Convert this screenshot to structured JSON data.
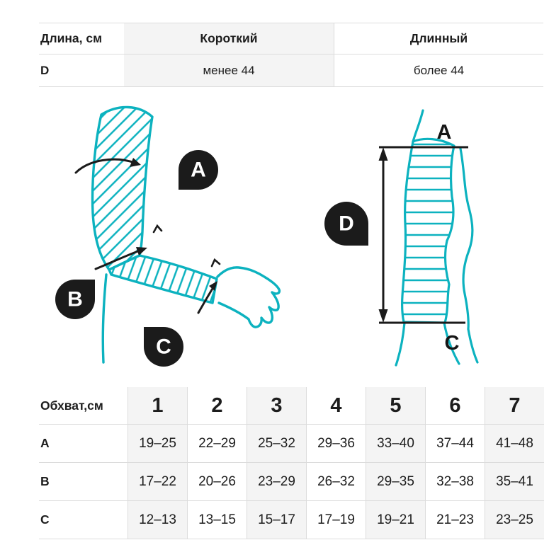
{
  "colors": {
    "teal": "#0cb2bf",
    "badge": "#1b1b1b",
    "grid_line": "#dcdcdc",
    "shaded_column": "#f4f4f4"
  },
  "length_table": {
    "col_label": "Длина, см",
    "short_label": "Короткий",
    "long_label": "Длинный",
    "row_label": "D",
    "short_value": "менее 44",
    "long_value": "более 44"
  },
  "figure": {
    "badge_a": "A",
    "badge_b": "B",
    "badge_c": "C",
    "badge_d": "D",
    "top_label": "A",
    "bottom_label": "C"
  },
  "girth_table": {
    "header_label": "Обхват,см",
    "sizes": [
      "1",
      "2",
      "3",
      "4",
      "5",
      "6",
      "7"
    ],
    "rows": [
      {
        "label": "A",
        "values": [
          "19–25",
          "22–29",
          "25–32",
          "29–36",
          "33–40",
          "37–44",
          "41–48"
        ]
      },
      {
        "label": "B",
        "values": [
          "17–22",
          "20–26",
          "23–29",
          "26–32",
          "29–35",
          "32–38",
          "35–41"
        ]
      },
      {
        "label": "C",
        "values": [
          "12–13",
          "13–15",
          "15–17",
          "17–19",
          "19–21",
          "21–23",
          "23–25"
        ]
      }
    ]
  }
}
